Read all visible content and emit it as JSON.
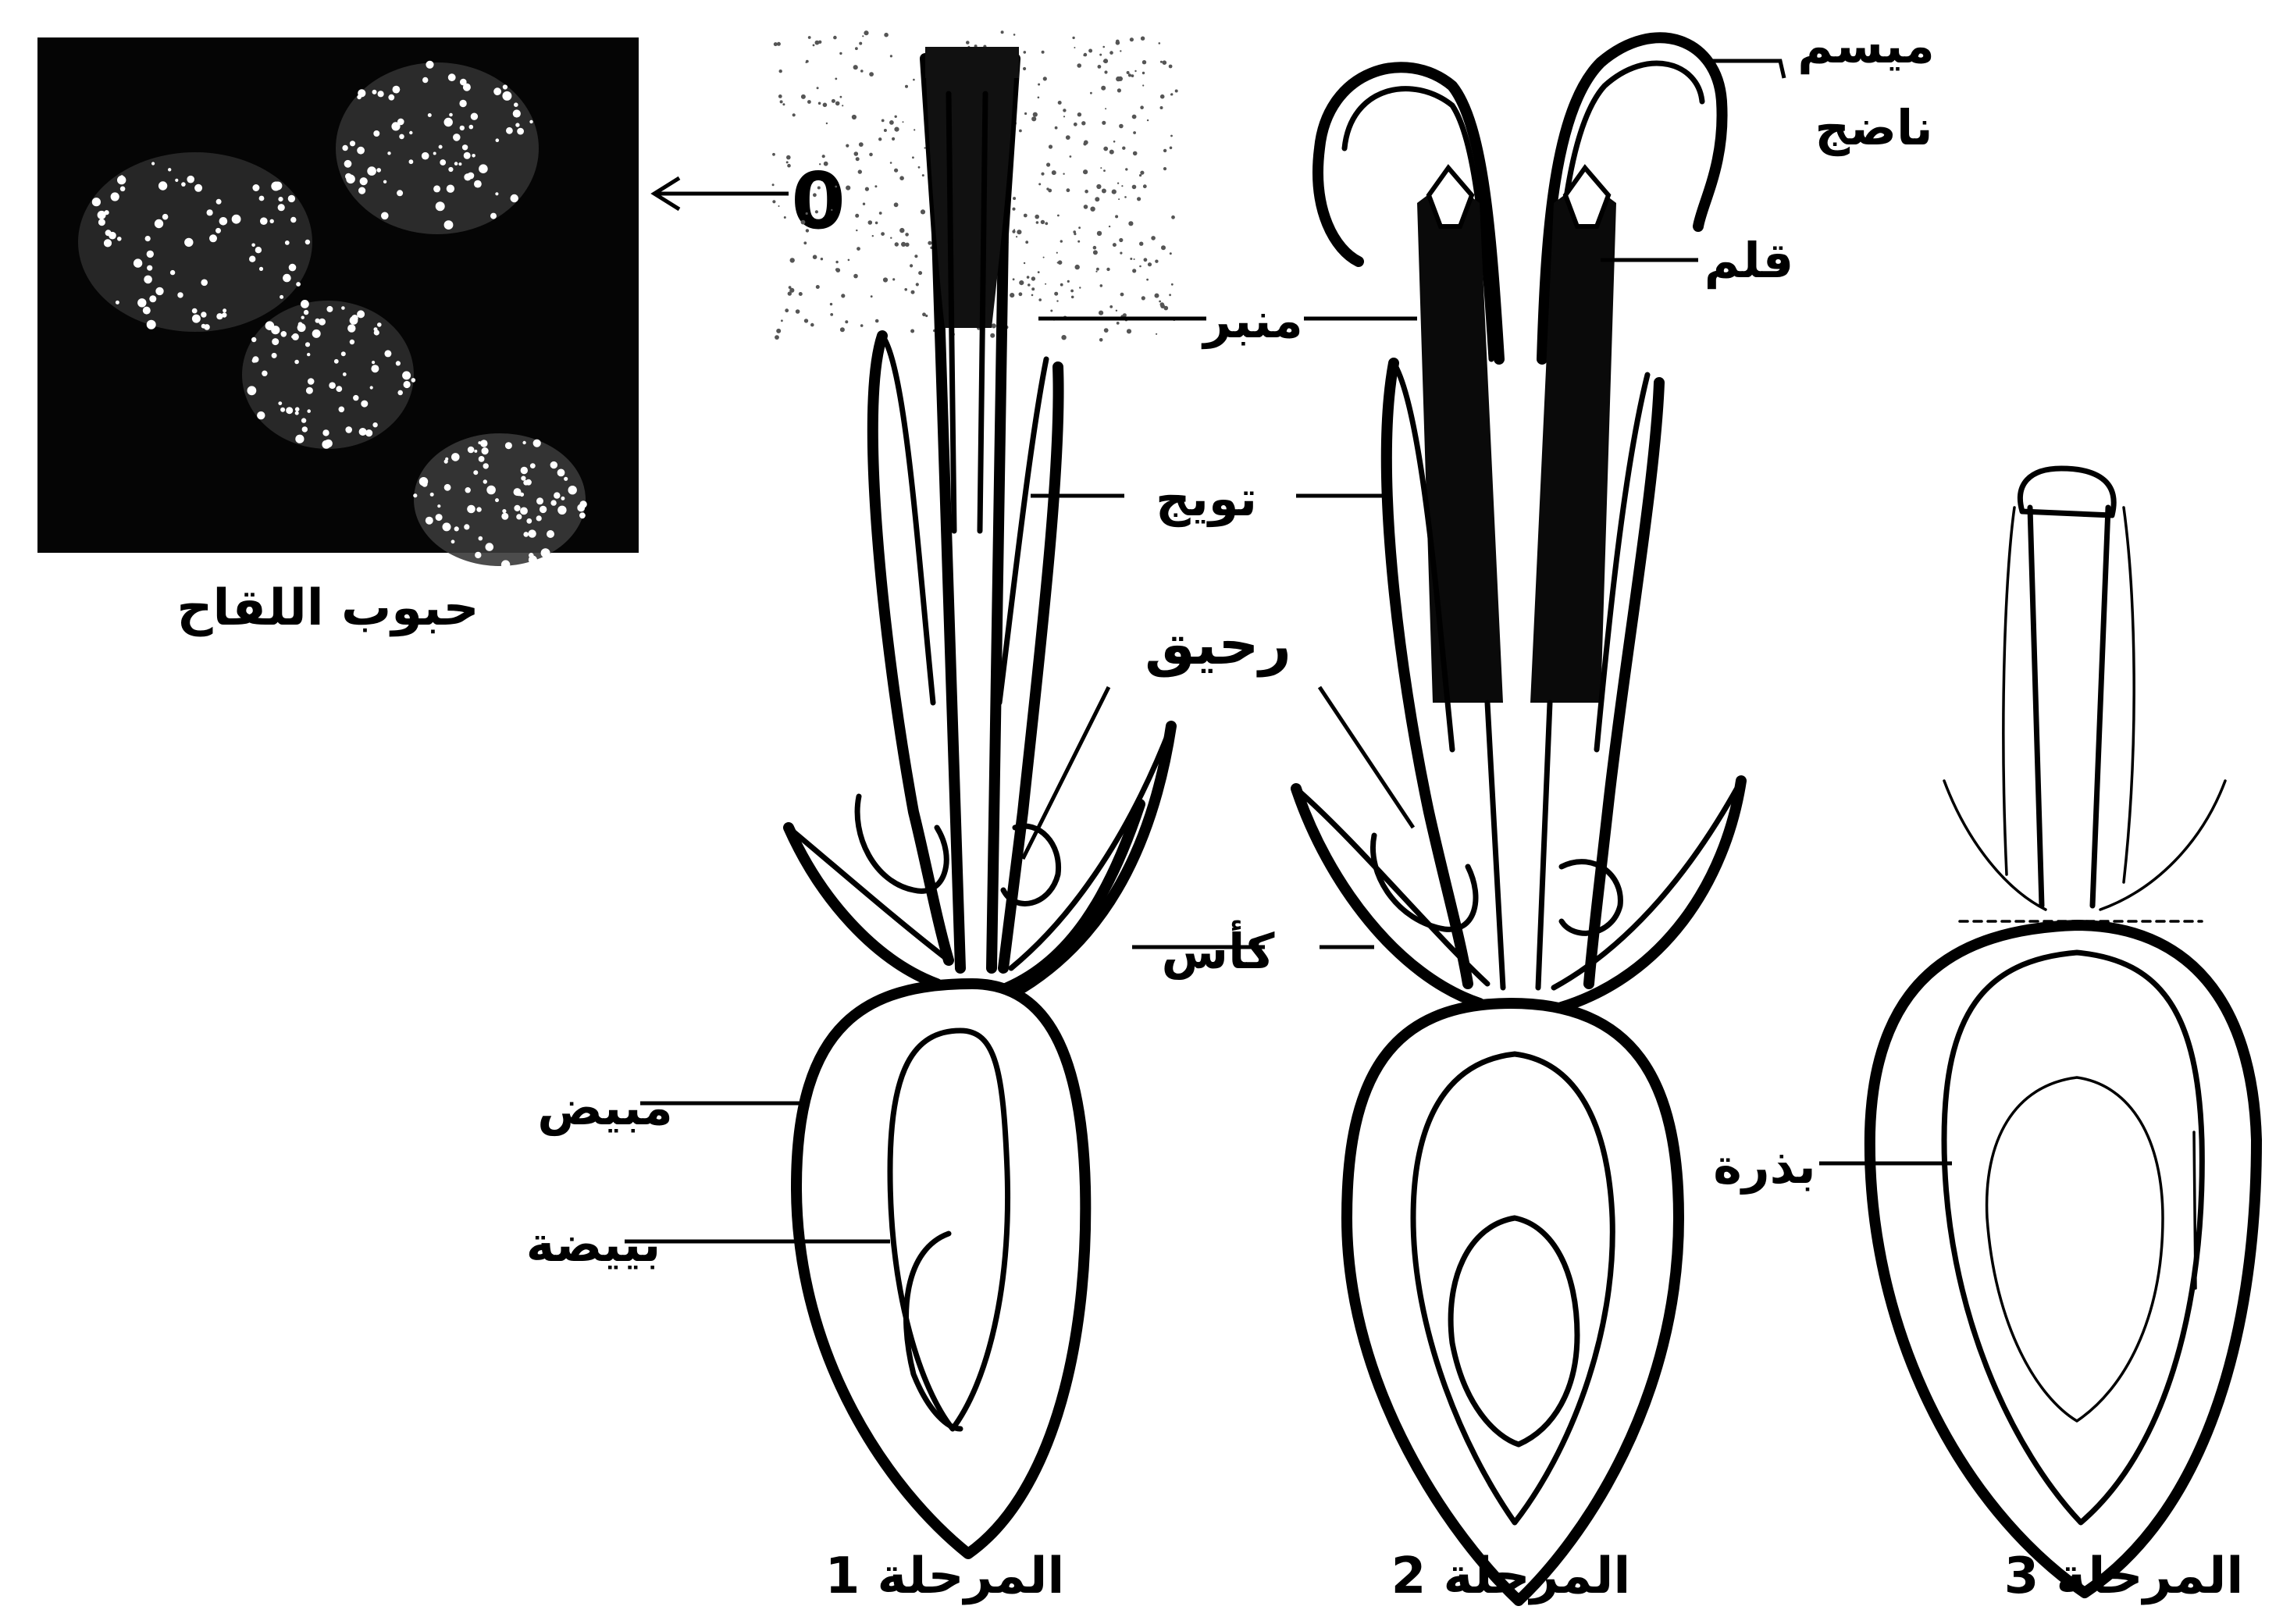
{
  "pollen": {
    "caption": "حبوب اللقاح",
    "marker": "0"
  },
  "labels": {
    "stigma": "ميسم",
    "mature": "ناضج",
    "style": "قلم",
    "anther": "منبر",
    "petal": "تويج",
    "nectar": "رحيق",
    "calyx": "كأس",
    "ovary": "مبيض",
    "ovule": "بييضة",
    "seed": "بذرة"
  },
  "stages": [
    {
      "label": "المرحلة 1"
    },
    {
      "label": "المرحلة 2"
    },
    {
      "label": "المرحلة 3"
    }
  ]
}
